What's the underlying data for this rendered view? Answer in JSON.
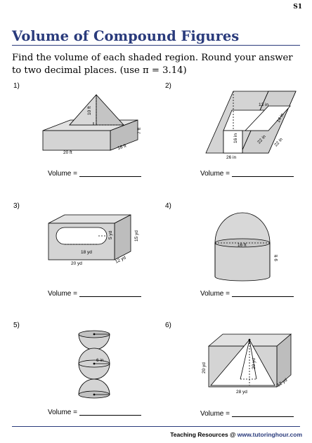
{
  "sheet_code": "S1",
  "title": "Volume of Compound Figures",
  "instructions": "Find the volume of each shaded region. Round your answer to two decimal places. (use π = 3.14)",
  "volume_label": "Volume =",
  "problems": [
    {
      "number": "1)",
      "labels": [
        "10 ft",
        "7 ft",
        "20 ft",
        "18 ft"
      ]
    },
    {
      "number": "2)",
      "labels": [
        "13 in",
        "14 in",
        "16 in",
        "22 in",
        "22 in",
        "26 in"
      ]
    },
    {
      "number": "3)",
      "labels": [
        "5 yd",
        "15 yd",
        "18 yd",
        "20 yd",
        "12 yd"
      ]
    },
    {
      "number": "4)",
      "labels": [
        "16 ft",
        "9 ft"
      ]
    },
    {
      "number": "5)",
      "labels": [
        "6 in"
      ]
    },
    {
      "number": "6)",
      "labels": [
        "20 yd",
        "20 yd",
        "28 yd",
        "12 yd"
      ]
    }
  ],
  "footer": {
    "prefix": "Teaching Resources @ ",
    "site": "www.tutoringhour.com"
  },
  "colors": {
    "title": "#2a3b7c",
    "shade": "#d4d4d4",
    "shade_dark": "#b8b8b8"
  }
}
